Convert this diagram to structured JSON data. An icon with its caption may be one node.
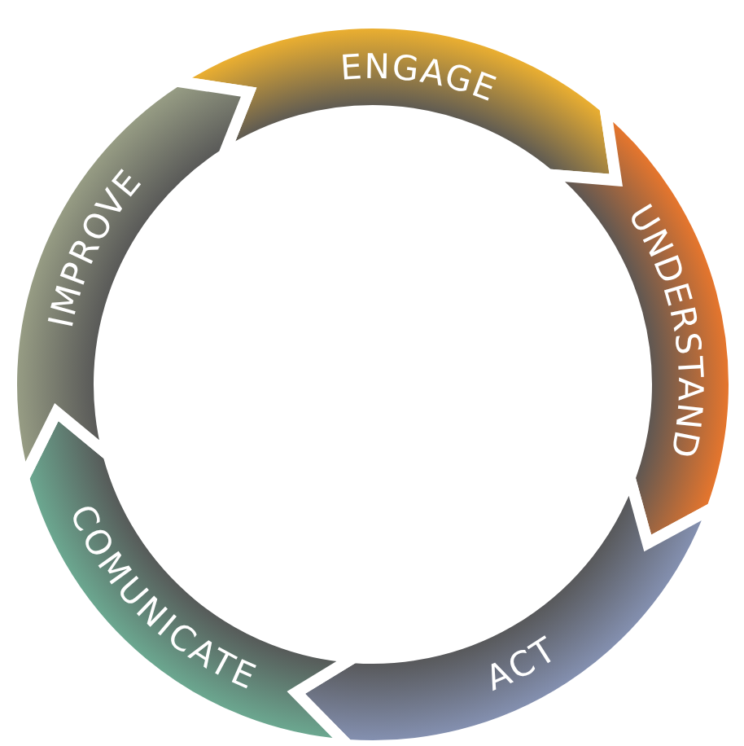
{
  "diagram": {
    "nodes": [
      {
        "text": [
          "ENGAGE"
        ]
      },
      {
        "text": [
          "UNDERSTAND"
        ]
      },
      {
        "text": [
          "ACT"
        ]
      },
      {
        "text": [
          "COMUNICATE"
        ]
      },
      {
        "text": [
          "IMPROVE"
        ]
      }
    ]
  }
}
